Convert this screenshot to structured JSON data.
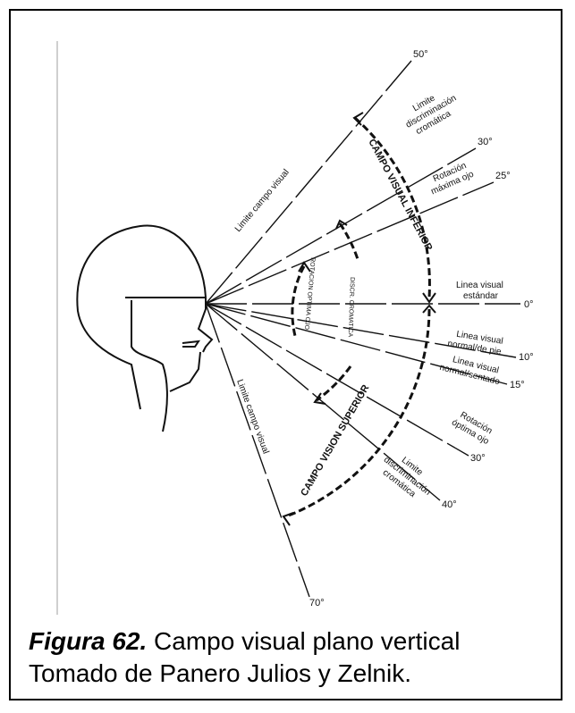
{
  "diagram": {
    "angle_labels": [
      "50°",
      "30°",
      "25°",
      "0°",
      "10°",
      "15°",
      "30°",
      "40°",
      "70°"
    ],
    "line_labels": {
      "limite_campo_visual_upper": "Limite campo visual",
      "limite_discriminacion_upper": [
        "Limite",
        "discriminación",
        "cromática"
      ],
      "rotacion_maxima": [
        "Rotación",
        "máxima ojo"
      ],
      "linea_visual_estandar": [
        "Linea visual",
        "estándar"
      ],
      "linea_visual_pie": [
        "Linea visual",
        "normal/de pie"
      ],
      "linea_visual_sentado": [
        "Linea visual",
        "normal/sentado"
      ],
      "rotacion_optima": [
        "Rotación",
        "óptima ojo"
      ],
      "limite_discriminacion_lower": [
        "Limite",
        "discriminación",
        "cromática"
      ],
      "limite_campo_visual_lower": "Limite campo visual"
    },
    "arc_labels": {
      "campo_visual_inferior": "CAMPO VISUAL INFERIOR",
      "campo_vision_superior": "CAMPO VISION SUPERIOR",
      "rotacion_optima_ojo": "ROTACION OPTIMA OJO",
      "discr_cromatica": "DISCR. CROMATICA"
    }
  },
  "caption": {
    "label": "Figura 62.",
    "line1": "Campo visual plano vertical",
    "line2": "Tomado de Panero Julios y Zelnik."
  }
}
